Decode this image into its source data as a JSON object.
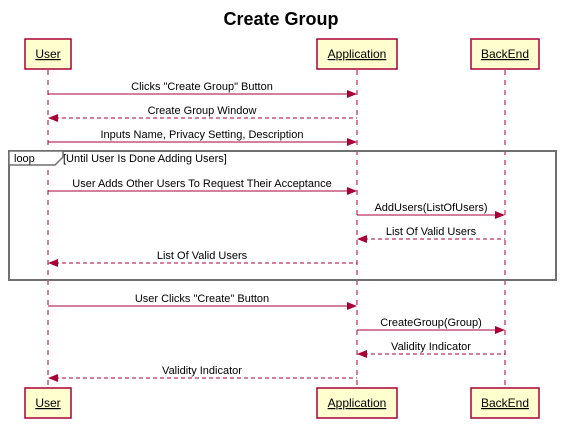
{
  "title": "Create Group",
  "participants": [
    {
      "id": "user",
      "label": "User"
    },
    {
      "id": "app",
      "label": "Application"
    },
    {
      "id": "backend",
      "label": "BackEnd"
    }
  ],
  "loop": {
    "keyword": "loop",
    "condition": "[Until User Is Done Adding Users]"
  },
  "messages": [
    {
      "from": "user",
      "to": "app",
      "label": "Clicks \"Create Group\" Button",
      "style": "solid"
    },
    {
      "from": "app",
      "to": "user",
      "label": "Create Group Window",
      "style": "dashed"
    },
    {
      "from": "user",
      "to": "app",
      "label": "Inputs Name, Privacy Setting, Description",
      "style": "solid"
    },
    {
      "from": "user",
      "to": "app",
      "label": "User Adds Other Users To Request Their Acceptance",
      "style": "solid"
    },
    {
      "from": "app",
      "to": "backend",
      "label": "AddUsers(ListOfUsers)",
      "style": "solid"
    },
    {
      "from": "backend",
      "to": "app",
      "label": "List Of Valid Users",
      "style": "dashed"
    },
    {
      "from": "app",
      "to": "user",
      "label": "List Of Valid Users",
      "style": "dashed"
    },
    {
      "from": "user",
      "to": "app",
      "label": "User Clicks \"Create\" Button",
      "style": "solid"
    },
    {
      "from": "app",
      "to": "backend",
      "label": "CreateGroup(Group)",
      "style": "solid"
    },
    {
      "from": "backend",
      "to": "app",
      "label": "Validity Indicator",
      "style": "dashed"
    },
    {
      "from": "app",
      "to": "user",
      "label": "Validity Indicator",
      "style": "dashed"
    }
  ]
}
